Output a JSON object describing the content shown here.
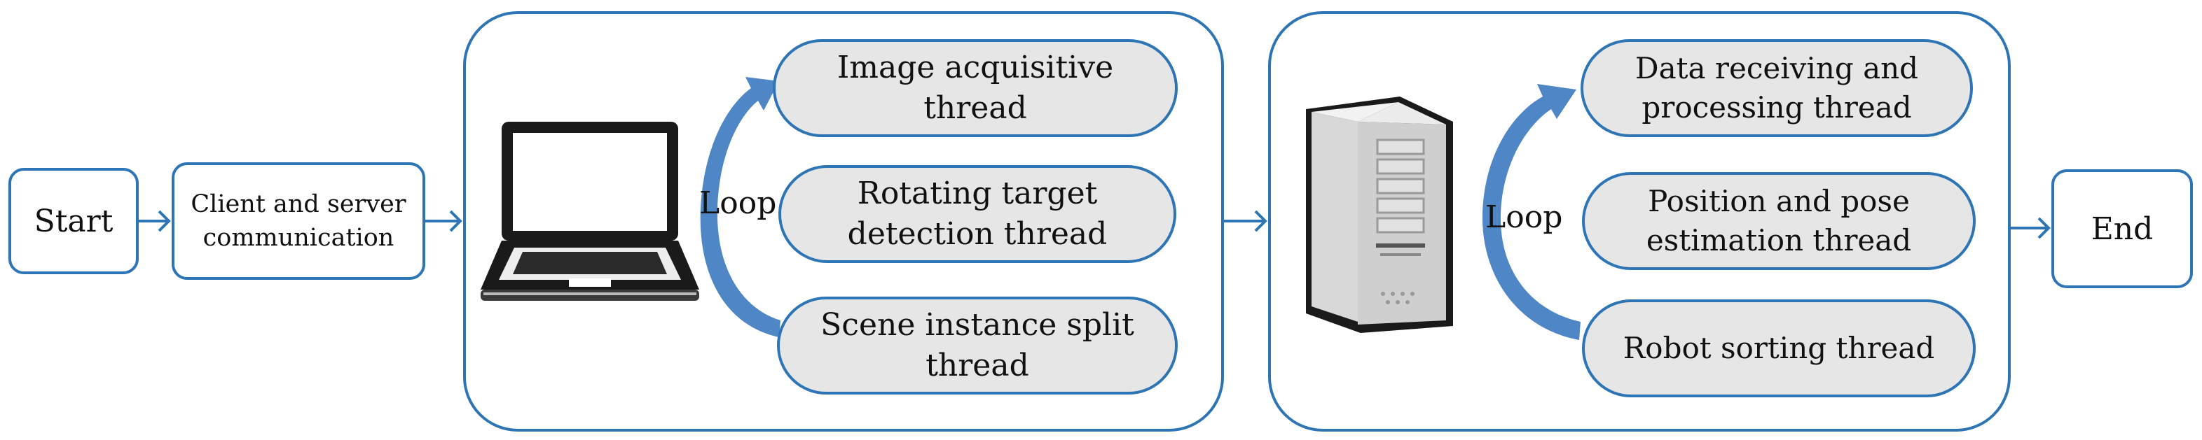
{
  "nodes": {
    "start": "Start",
    "client_comm": "Client and server communication",
    "end": "End"
  },
  "client_group": {
    "loop_label": "Loop",
    "threads": [
      "Image acquisitive thread",
      "Rotating target detection thread",
      "Scene instance split thread"
    ],
    "icon": "laptop-icon"
  },
  "server_group": {
    "loop_label": "Loop",
    "threads": [
      "Data receiving and processing thread",
      "Position and pose estimation thread",
      "Robot sorting thread"
    ],
    "icon": "server-icon"
  },
  "colors": {
    "stroke": "#2e75b6",
    "thread_fill": "#e6e6e6",
    "loop_arrow": "#4f86c6",
    "text": "#111111"
  }
}
